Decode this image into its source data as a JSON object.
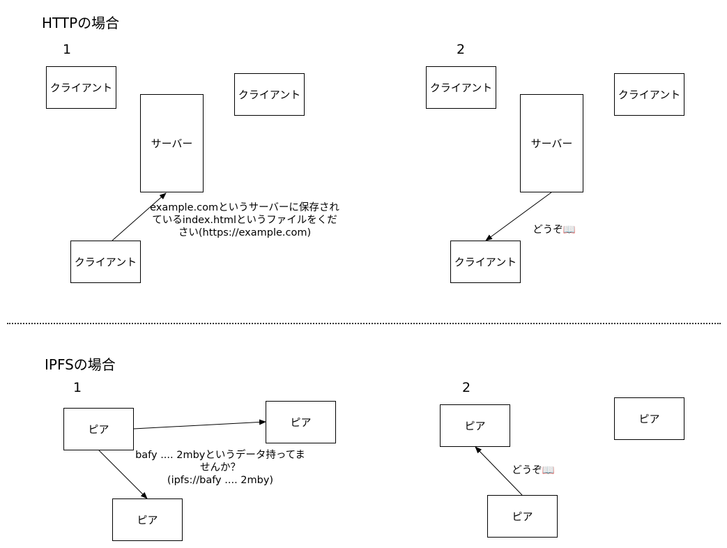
{
  "http_section": {
    "title": "HTTPの場合",
    "step1": "1",
    "step2": "2",
    "client_label": "クライアント",
    "server_label": "サーバー",
    "request_lines": [
      "example.comというサーバーに保存され",
      "ているindex.htmlというファイルをくだ",
      "さい(https://example.com)"
    ],
    "response_label": "どうぞ📖"
  },
  "ipfs_section": {
    "title": "IPFSの場合",
    "step1": "1",
    "step2": "2",
    "peer_label": "ピア",
    "request_lines": [
      "bafy .... 2mbyというデータ持ってま",
      "せんか？",
      "(ipfs://bafy .... 2mby)"
    ],
    "response_label": "どうぞ📖"
  }
}
